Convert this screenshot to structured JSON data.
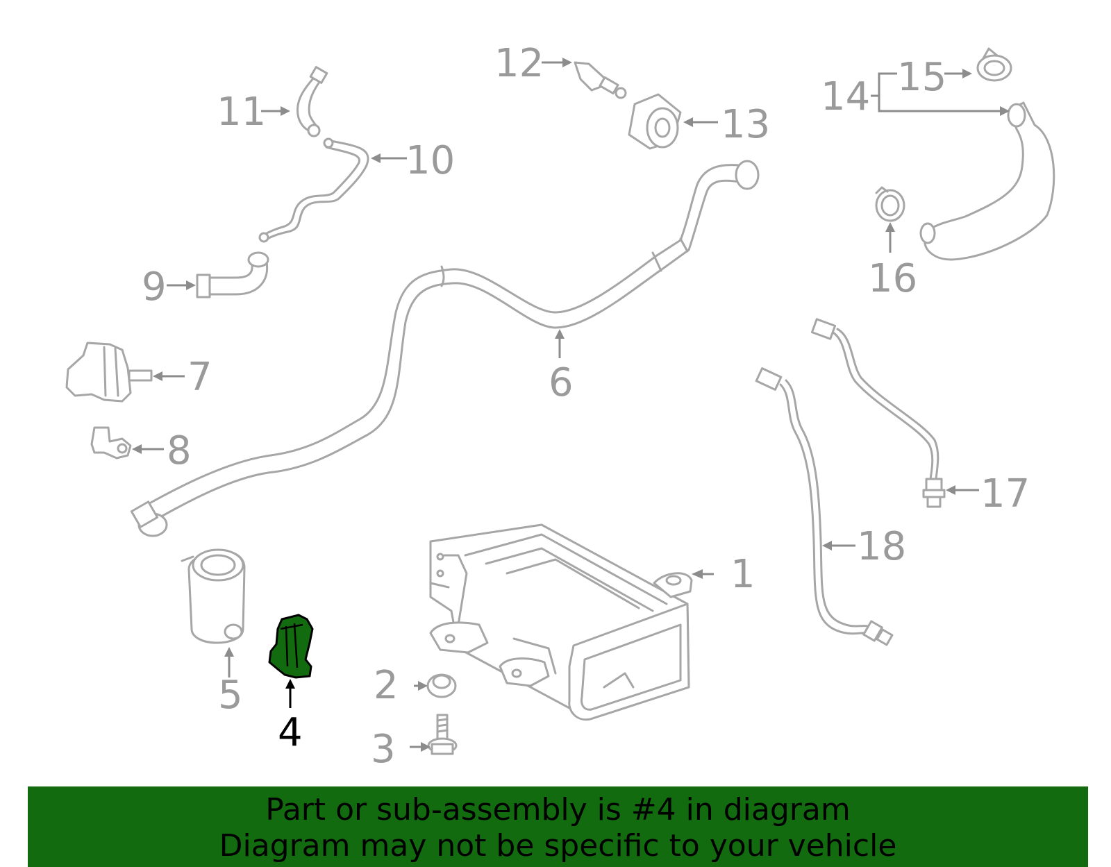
{
  "highlight_part": "4",
  "colors": {
    "line": "#a6a6a6",
    "highlight_fill": "#136b0f",
    "banner_background": "#136b0f",
    "active_text": "#000000",
    "inactive_text": "#9a9a9a"
  },
  "callouts": {
    "c1": "1",
    "c2": "2",
    "c3": "3",
    "c4": "4",
    "c5": "5",
    "c6": "6",
    "c7": "7",
    "c8": "8",
    "c9": "9",
    "c10": "10",
    "c11": "11",
    "c12": "12",
    "c13": "13",
    "c14": "14",
    "c15": "15",
    "c16": "16",
    "c17": "17",
    "c18": "18"
  },
  "banner": {
    "line1": "Part or sub-assembly is #4 in diagram",
    "line2": "Diagram may not be specific to your vehicle"
  }
}
